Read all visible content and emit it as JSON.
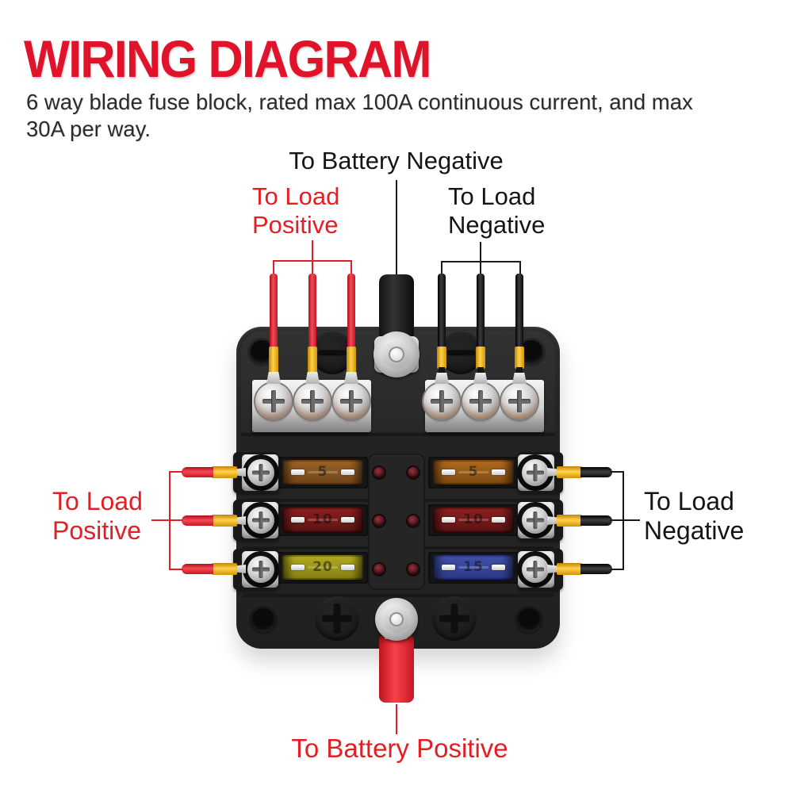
{
  "header": {
    "title": "WIRING DIAGRAM",
    "subtitle_line1": "6 way blade fuse block, rated max 100A continuous current, and max",
    "subtitle_line2": "30A per way."
  },
  "labels": {
    "battery_negative": "To Battery Negative",
    "battery_positive": "To Battery Positive",
    "load_positive_top_line1": "To Load",
    "load_positive_top_line2": "Positive",
    "load_negative_top_line1": "To Load",
    "load_negative_top_line2": "Negative",
    "load_positive_left_line1": "To Load",
    "load_positive_left_line2": "Positive",
    "load_negative_right_line1": "To Load",
    "load_negative_right_line2": "Negative"
  },
  "fuse_block": {
    "ways": 6,
    "fuses_left": [
      {
        "amp": "5",
        "color_name": "tan",
        "color_hex": "#8a5a24"
      },
      {
        "amp": "10",
        "color_name": "red",
        "color_hex": "#7d1a1a"
      },
      {
        "amp": "20",
        "color_name": "yellow",
        "color_hex": "#a59e1c"
      }
    ],
    "fuses_right": [
      {
        "amp": "5",
        "color_name": "orange",
        "color_hex": "#9d5c18"
      },
      {
        "amp": "10",
        "color_name": "red",
        "color_hex": "#7d1a1a"
      },
      {
        "amp": "15",
        "color_name": "blue",
        "color_hex": "#38489c"
      }
    ]
  },
  "colors": {
    "title_red": "#e0132a",
    "label_red": "#e31e24",
    "label_black": "#151515",
    "wire_red": "#ee2332",
    "wire_black": "#1a1a1a",
    "ferrule_yellow": "#f2b705",
    "block_body": "#242424"
  }
}
